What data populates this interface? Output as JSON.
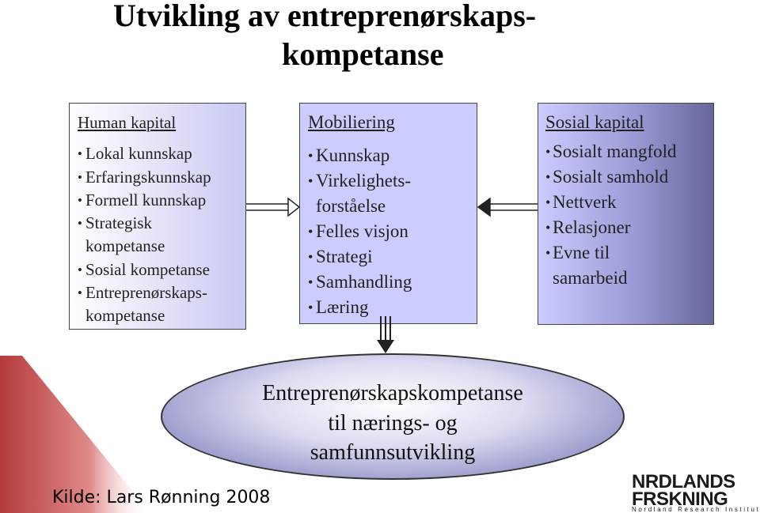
{
  "title": {
    "line1": "Utvikling av entreprenørskaps-",
    "line2": "kompetanse"
  },
  "boxes": {
    "left": {
      "header": "Human kapital",
      "items": [
        "Lokal kunnskap",
        "Erfaringskunnskap",
        "Formell kunnskap",
        "Strategisk kompetanse",
        "Sosial kompetanse",
        "Entreprenørskaps-kompetanse"
      ]
    },
    "middle": {
      "header": "Mobiliering",
      "items": [
        "Kunnskap",
        "Virkelighets-forståelse",
        "Felles visjon",
        "Strategi",
        "Samhandling",
        "Læring"
      ]
    },
    "right": {
      "header": "Sosial kapital",
      "items": [
        "Sosialt mangfold",
        "Sosialt samhold",
        "Nettverk",
        "Relasjoner",
        "Evne til samarbeid"
      ]
    }
  },
  "outcome": {
    "line1": "Entreprenørskapskompetanse",
    "line2": "til nærings- og",
    "line3": "samfunnsutvikling"
  },
  "source": "Kilde: Lars Rønning 2008",
  "logo": {
    "word1_a": "N",
    "word1_b": "RDLANDS",
    "word2_a": "F",
    "word2_b": "RSKNING",
    "tagline": "Nordland Research Institute"
  },
  "colors": {
    "box_fill": "#ccccff",
    "box_dark": "#666699",
    "logo_accent": "#cc0000",
    "triangle": "#c0504d"
  }
}
